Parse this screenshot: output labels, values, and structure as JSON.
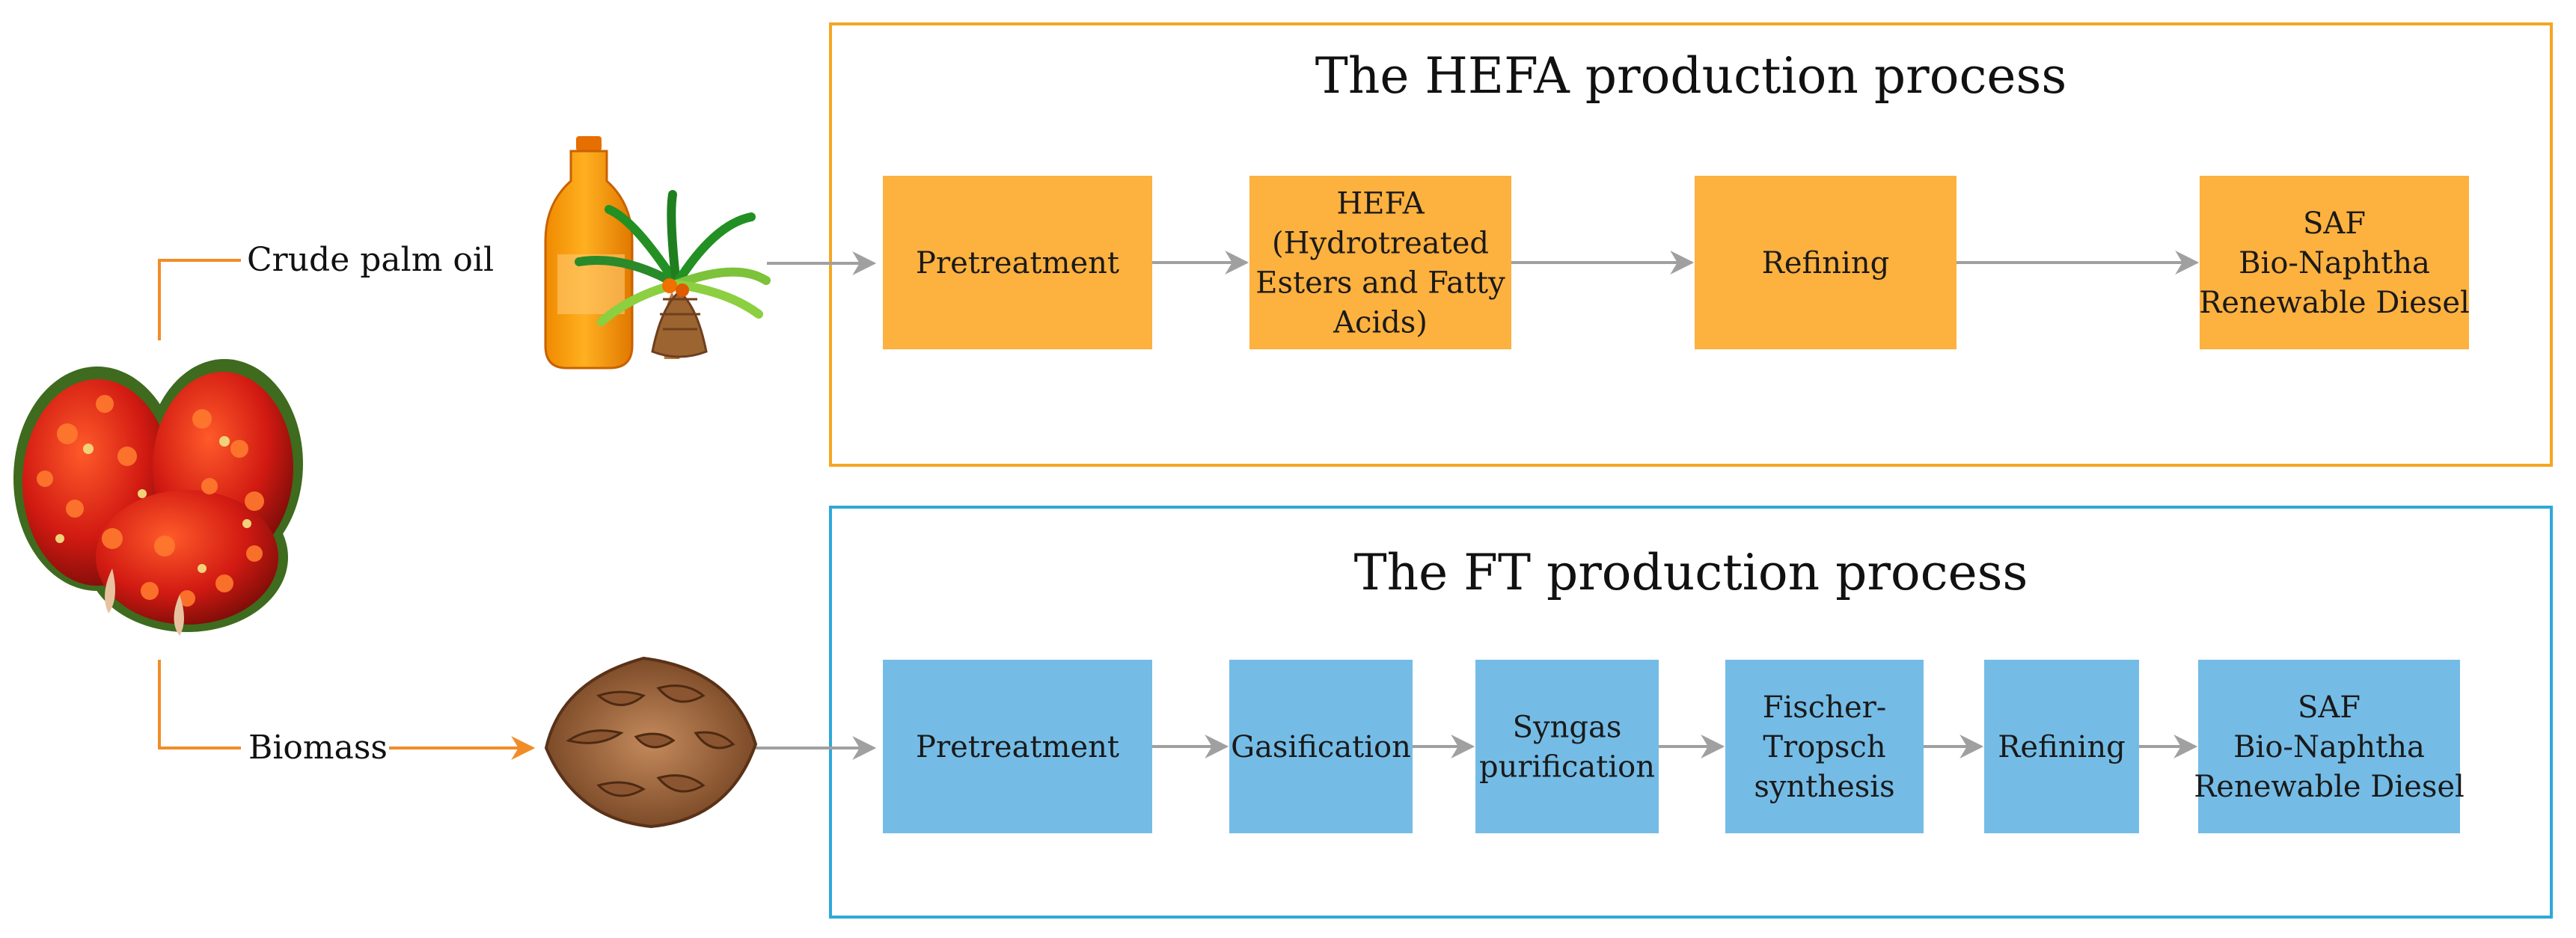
{
  "colors": {
    "hefa_accent": "#F5A623",
    "hefa_box": "#FDB13F",
    "ft_accent": "#2FA8D8",
    "ft_box": "#74BCE6",
    "arrow_gray": "#A0A0A0",
    "branch_orange": "#F28C28"
  },
  "inputs": {
    "crude_palm_oil": "Crude palm oil",
    "biomass": "Biomass"
  },
  "images": {
    "source": "palm-fruit-bunch-image",
    "oil": "oil-bottle-and-palm-tree-image",
    "biomass": "palm-fruit-husk-image"
  },
  "hefa": {
    "title": "The HEFA production process",
    "steps": [
      [
        "Pretreatment"
      ],
      [
        "HEFA",
        "(Hydrotreated",
        "Esters and Fatty",
        "Acids)"
      ],
      [
        "Refining"
      ],
      [
        "SAF",
        "Bio-Naphtha",
        "Renewable Diesel"
      ]
    ]
  },
  "ft": {
    "title": "The FT production process",
    "steps": [
      [
        "Pretreatment"
      ],
      [
        "Gasification"
      ],
      [
        "Syngas",
        "purification"
      ],
      [
        "Fischer-",
        "Tropsch",
        "synthesis"
      ],
      [
        "Refining"
      ],
      [
        "SAF",
        "Bio-Naphtha",
        "Renewable Diesel"
      ]
    ]
  }
}
